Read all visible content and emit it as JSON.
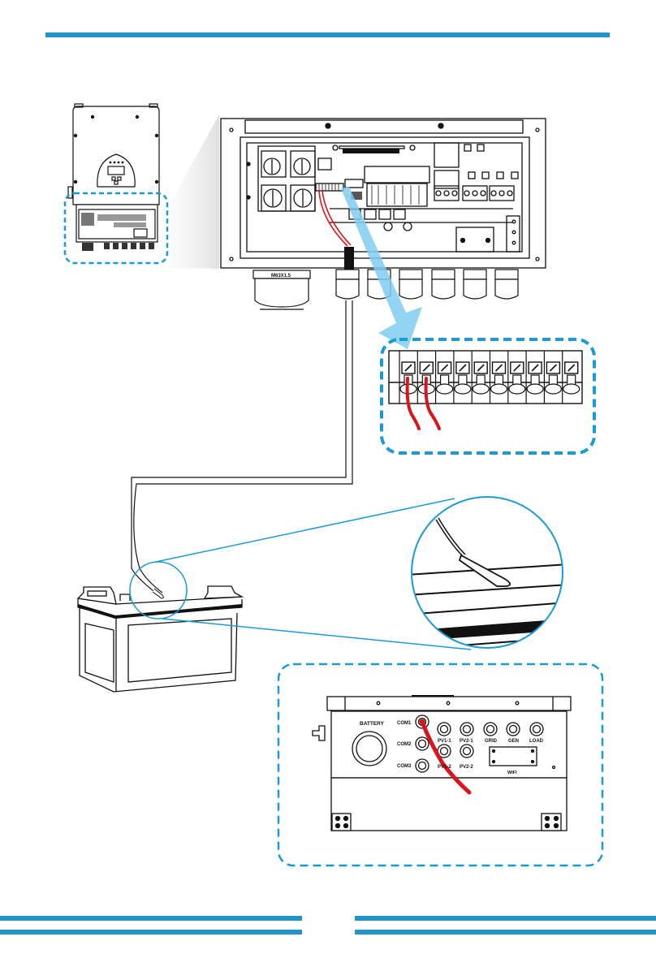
{
  "colors": {
    "accent": "#2294cc",
    "callout_dash": "#1a9ad6",
    "wire": "#d9141c",
    "arrow": "#7fcdf0",
    "ink": "#111111"
  },
  "diagram": {
    "subject": "Battery temperature sensor connection to inverter",
    "icons": [
      "inverter-overview",
      "wiring-box-closeup",
      "terminal-block",
      "battery",
      "temp-sensor-probe",
      "inverter-bottom-ports"
    ],
    "gland_label": "M63X1.5",
    "terminal_block": {
      "terminal_count": 10,
      "wired_terminals": [
        1,
        2
      ]
    },
    "bottom_panel": {
      "battery_label": "BATTERY",
      "com_ports": [
        "COM1",
        "COM2",
        "COM3"
      ],
      "top_row_ports": [
        "PV1-1",
        "PV2-1",
        "GRID",
        "GEN",
        "LOAD"
      ],
      "bottom_row_ports": [
        "PV1-2",
        "PV2-2"
      ],
      "wifi_label": "WIFI"
    }
  }
}
